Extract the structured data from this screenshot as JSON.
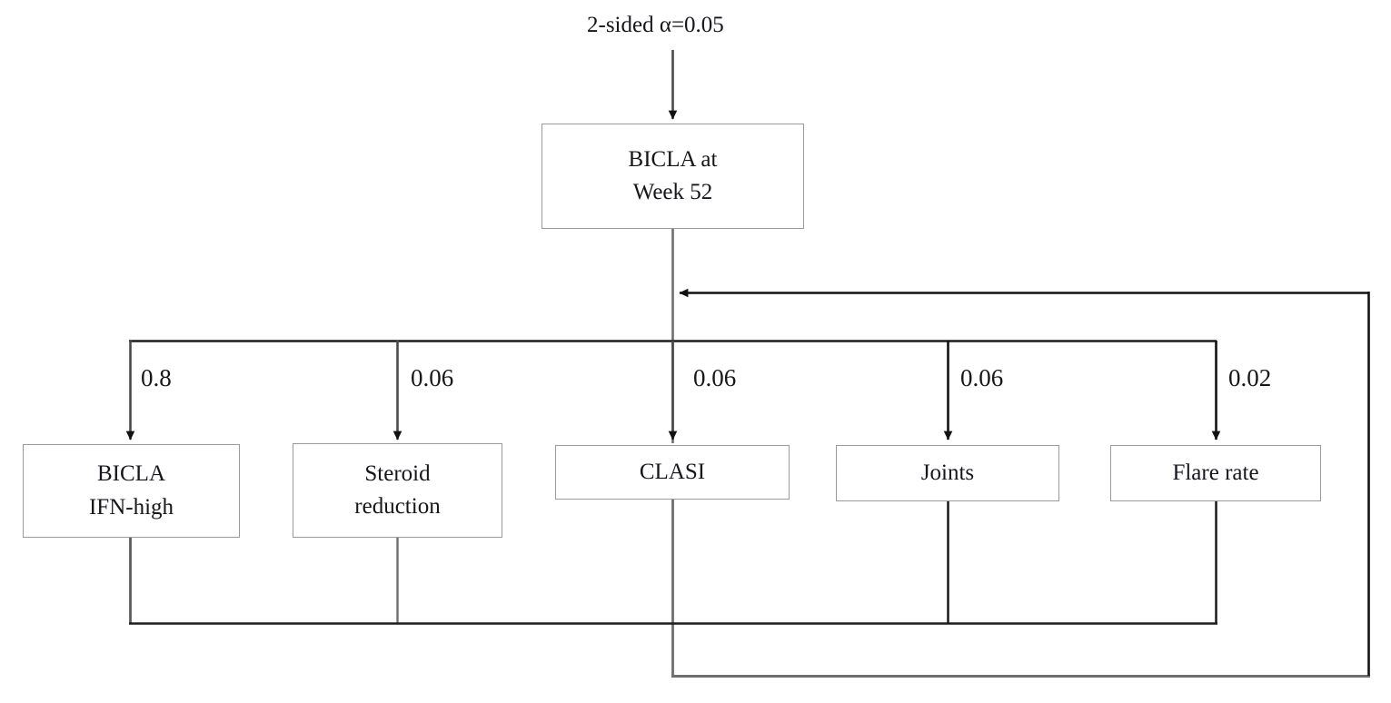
{
  "diagram": {
    "alpha_caption": "2-sided α=0.05",
    "root": {
      "line1": "BICLA at",
      "line2": "Week 52"
    },
    "endpoints": [
      {
        "weight": "0.8",
        "line1": "BICLA",
        "line2": "IFN-high"
      },
      {
        "weight": "0.06",
        "line1": "Steroid",
        "line2": "reduction"
      },
      {
        "weight": "0.06",
        "line1": "CLASI",
        "line2": ""
      },
      {
        "weight": "0.06",
        "line1": "Joints",
        "line2": ""
      },
      {
        "weight": "0.02",
        "line1": "Flare rate",
        "line2": ""
      }
    ],
    "colors": {
      "stroke_dark": "#1d1d1d",
      "stroke_grey": "#6e6e6e",
      "box_border": "#9a9a9a",
      "text": "#16161c",
      "background": "#ffffff"
    }
  }
}
